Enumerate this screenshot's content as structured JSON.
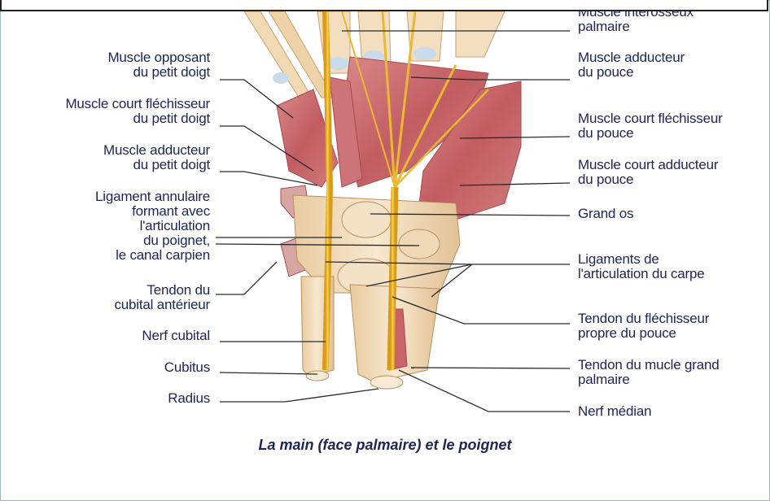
{
  "caption": "La main (face palmaire) et le poignet",
  "labels_left": {
    "opposant": "Muscle opposant\ndu petit doigt",
    "court_flechisseur_petit": "Muscle court fléchisseur\ndu petit doigt",
    "adducteur_petit": "Muscle adducteur\ndu petit doigt",
    "ligament_annulaire": "Ligament annulaire\nformant avec\nl'articulation\ndu poignet,\nle canal carpien",
    "tendon_cubital": "Tendon du\ncubital antérieur",
    "nerf_cubital": "Nerf cubital",
    "cubitus": "Cubitus",
    "radius": "Radius"
  },
  "labels_right": {
    "interosseux": "Muscle interosseux\npalmaire",
    "adducteur_pouce": "Muscle adducteur\ndu pouce",
    "court_flechisseur_pouce": "Muscle court fléchisseur\ndu pouce",
    "court_adducteur_pouce": "Muscle court adducteur\ndu pouce",
    "grand_os": "Grand os",
    "ligaments_carpe": "Ligaments de\nl'articulation du carpe",
    "tendon_flechisseur_pouce": "Tendon du fléchisseur\npropre du pouce",
    "tendon_grand_palmaire": "Tendon du mucle grand\npalmaire",
    "nerf_median": "Nerf médian"
  },
  "colors": {
    "muscle": "#c8666a",
    "bone": "#f3dfc0",
    "nerve": "#f0c030",
    "text": "#1e2453"
  }
}
